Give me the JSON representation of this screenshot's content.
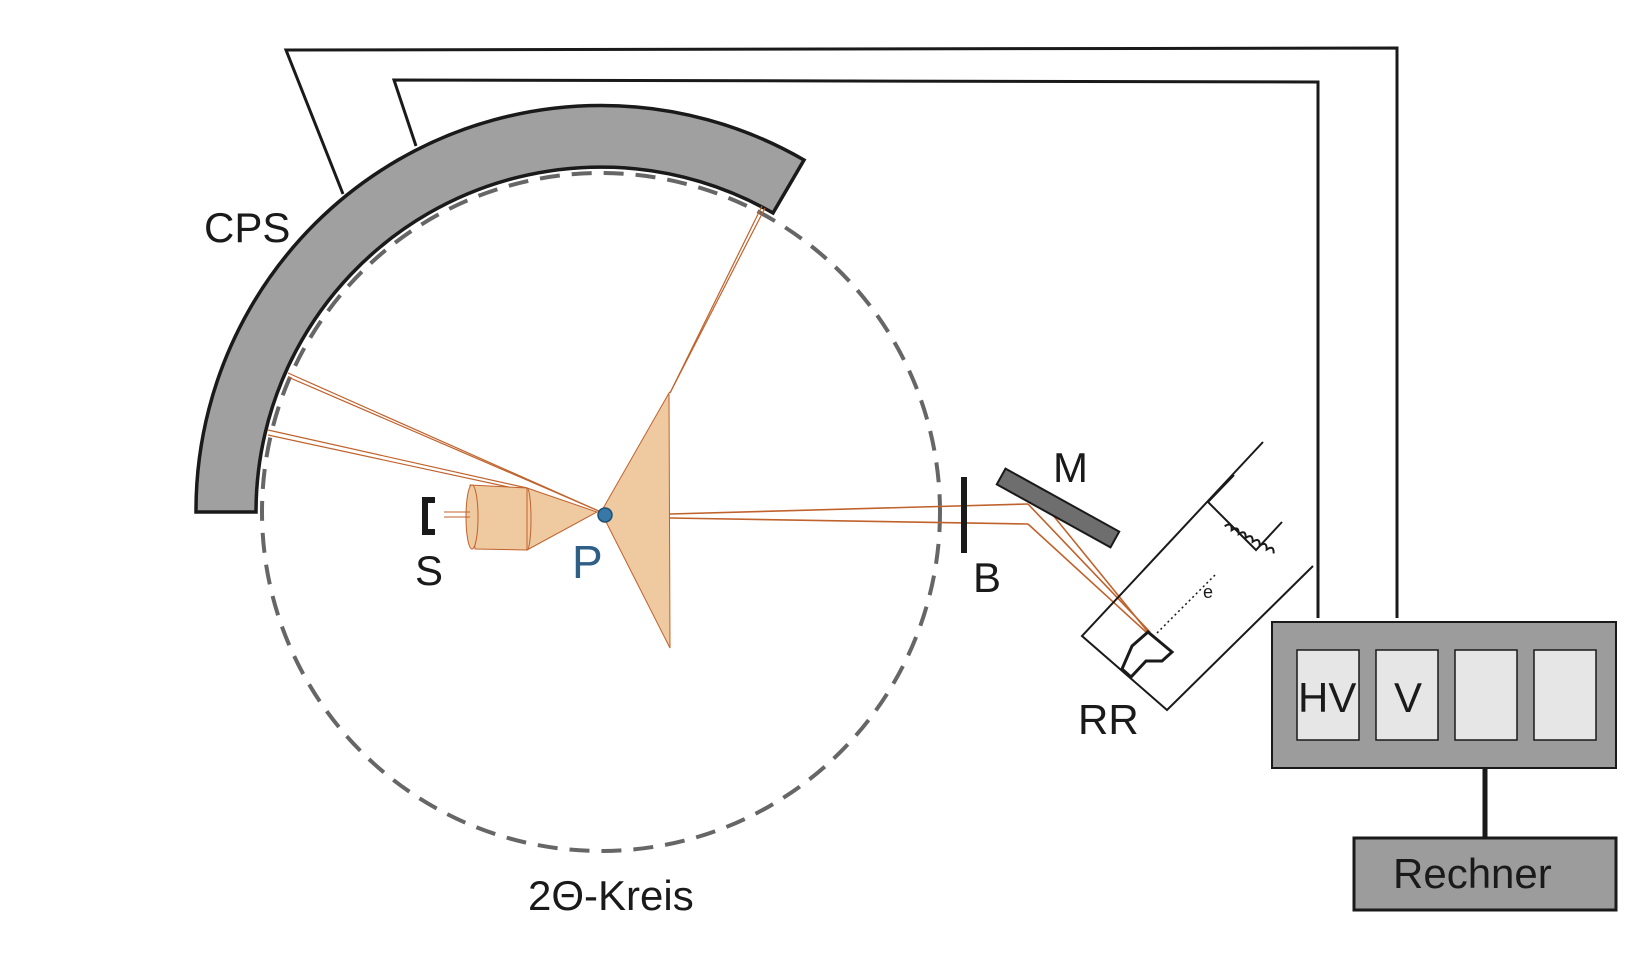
{
  "labels": {
    "cps": "CPS",
    "sample": "S",
    "point": "P",
    "slit": "B",
    "mirror": "M",
    "tube": "RR",
    "circle": "2Θ-Kreis",
    "electron": "e",
    "hv": "HV",
    "v": "V",
    "computer": "Rechner"
  },
  "colors": {
    "background": "#ffffff",
    "detector_fill": "#a0a0a0",
    "outline": "#1a1a1a",
    "beam": "#c0622c",
    "cone_fill": "#efc9a0",
    "point": "#3878a6",
    "point_label": "#2f5f86",
    "circle": "#666666",
    "box_fill": "#9c9c9c",
    "module_fill": "#e6e6e6"
  }
}
